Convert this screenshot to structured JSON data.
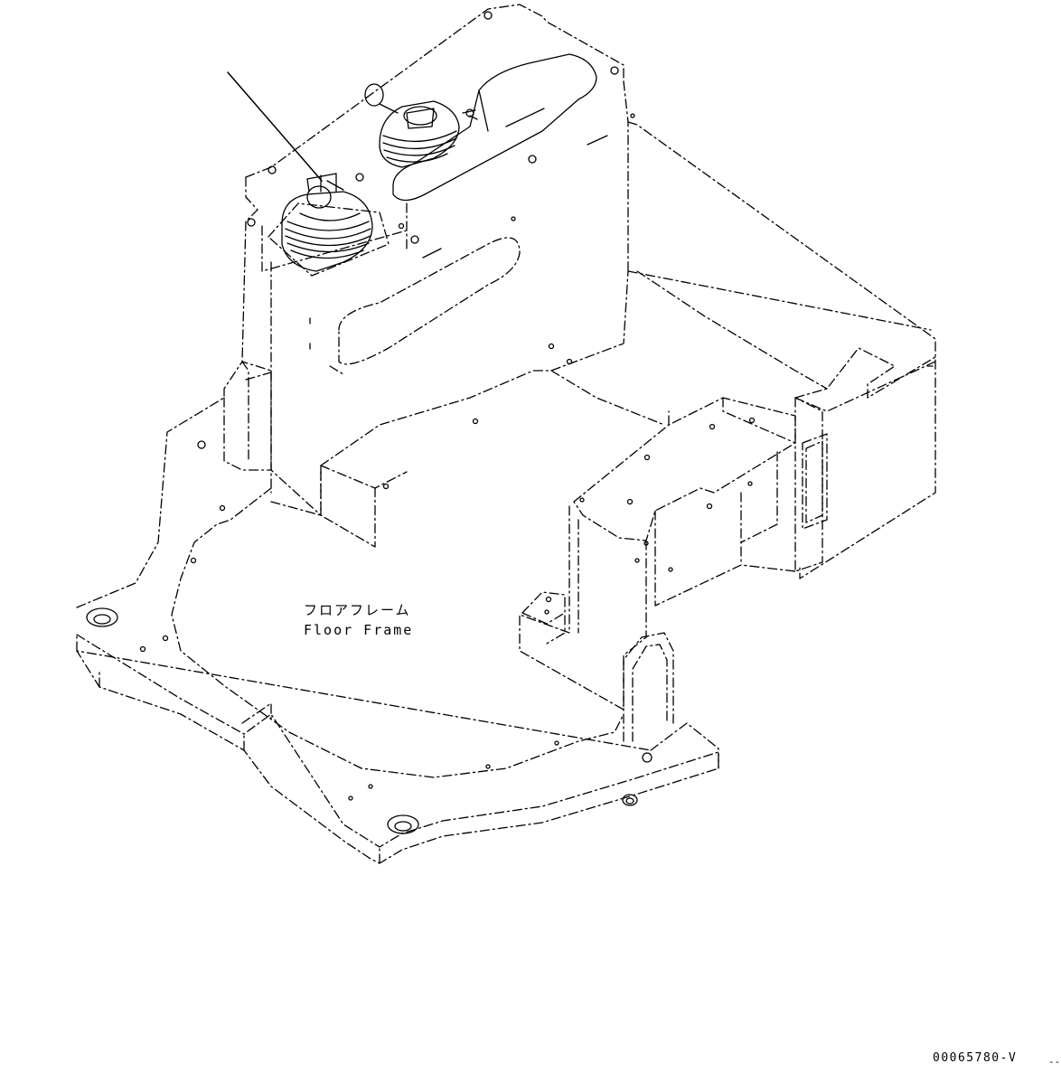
{
  "labels": {
    "part_name_jp": "フロアフレーム",
    "part_name_en": "Floor Frame"
  },
  "drawing_code": "00065780-V",
  "corner_mark": "--",
  "colors": {
    "line": "#000000",
    "background": "#ffffff"
  }
}
